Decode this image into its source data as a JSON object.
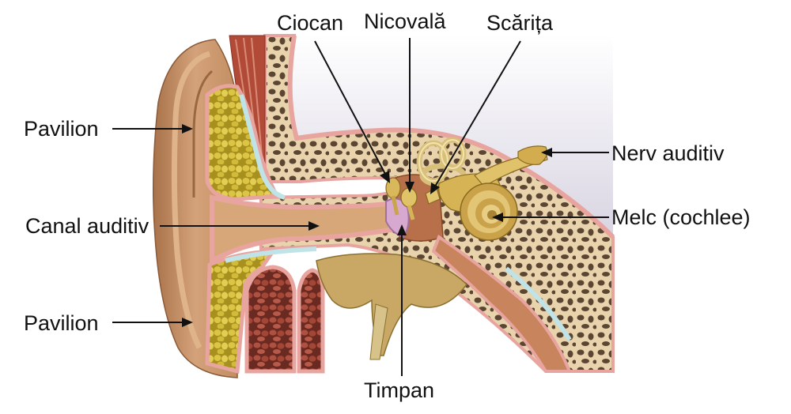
{
  "labels": {
    "ciocan": "Ciocan",
    "nicovala": "Nicovală",
    "scarita": "Scărița",
    "pavilion_top": "Pavilion",
    "nerv_auditiv": "Nerv auditiv",
    "canal_auditiv": "Canal auditiv",
    "melc": "Melc (cochlee)",
    "pavilion_bottom": "Pavilion",
    "timpan": "Timpan"
  },
  "colors": {
    "skin": "#c9956a",
    "skin_light": "#e2bb93",
    "skin_dark": "#a8724a",
    "cartilage_outline": "#e8a5a0",
    "fat": "#d9c13e",
    "fat_dark": "#a8901e",
    "bone": "#e8d3ad",
    "bone_pore": "#5a4632",
    "cavity": "#e6e3ec",
    "muscle": "#a84a3a",
    "ossicle": "#d8b85a",
    "eardrum": "#d8a9d0",
    "canal": "#d7a77a",
    "arrow": "#111111"
  }
}
